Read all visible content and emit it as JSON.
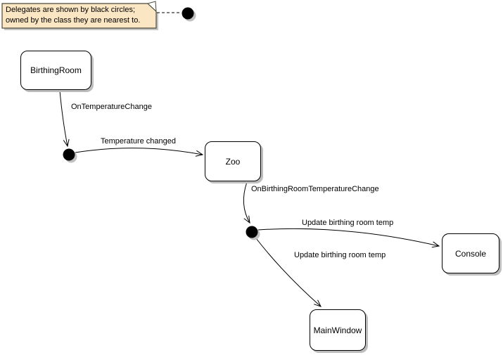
{
  "note": {
    "line1": "Delegates are shown by black circles;",
    "line2": "owned by the class they are nearest to.",
    "fill": "#fbe6c3",
    "border_color": "#4a4a3a"
  },
  "nodes": {
    "birthing_room": {
      "label": "BirthingRoom"
    },
    "zoo": {
      "label": "Zoo"
    },
    "console": {
      "label": "Console"
    },
    "main_window": {
      "label": "MainWindow"
    }
  },
  "edges": {
    "birthing_room_to_delegate1": {
      "label": "OnTemperatureChange"
    },
    "delegate1_to_zoo": {
      "label": "Temperature changed"
    },
    "zoo_to_delegate2": {
      "label": "OnBirthingRoomTemperatureChange"
    },
    "delegate2_to_console": {
      "label": "Update birthing room temp"
    },
    "delegate2_to_main_window": {
      "label": "Update birthing room temp"
    }
  },
  "colors": {
    "delegate_circle": "#000000",
    "edge": "#000000",
    "node_fill": "#ffffff",
    "node_border": "#000000",
    "shadow": "#c0c0c0",
    "background": "#ffffff"
  }
}
